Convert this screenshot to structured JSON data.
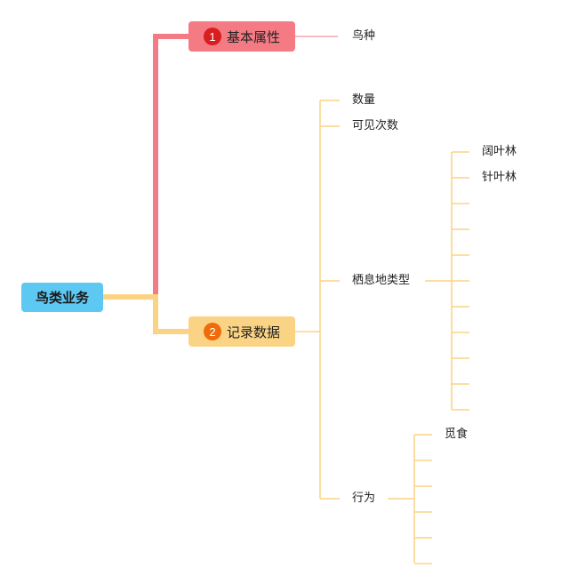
{
  "root": {
    "label": "鸟类业务"
  },
  "branch1": {
    "number": "1",
    "label": "基本属性",
    "children": [
      "鸟种"
    ]
  },
  "branch2": {
    "number": "2",
    "label": "记录数据",
    "children": [
      "数量",
      "可见次数",
      "栖息地类型",
      "行为"
    ],
    "habitat_children": [
      "阔叶林",
      "针叶林",
      "",
      "",
      "",
      "",
      "",
      "",
      "",
      "",
      ""
    ],
    "behavior_children": [
      "觅食",
      "",
      "",
      "",
      "",
      ""
    ]
  },
  "colors": {
    "root": "#5dc8f2",
    "branch1": "#f47a84",
    "branch2": "#fbd384",
    "badge1": "#d81e1e",
    "badge2": "#ef6c0c"
  }
}
